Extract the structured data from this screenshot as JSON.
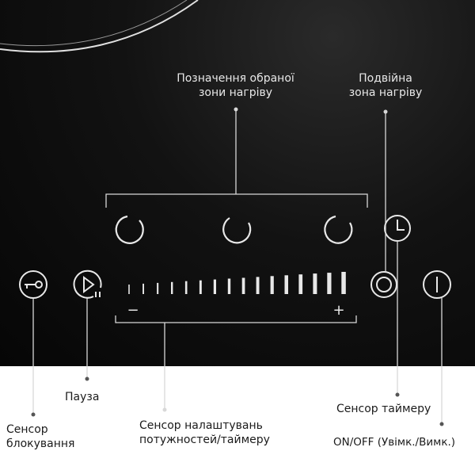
{
  "labels": {
    "selected_zone": {
      "line1": "Позначення обраної",
      "line2": "зони нагріву"
    },
    "dual_zone": {
      "line1": "Подвійна",
      "line2": "зона нагріву"
    },
    "pause": "Пауза",
    "lock": {
      "line1": "Сенсор",
      "line2": "блокування"
    },
    "power_slider": {
      "line1": "Сенсор налаштувань",
      "line2": "потужностей/таймеру"
    },
    "timer_sensor": "Сенсор таймеру",
    "on_off": "ON/OFF (Увімк./Вимк.)"
  },
  "slider": {
    "minus": "−",
    "plus": "+",
    "segments": 16
  },
  "colors": {
    "panel": "#0b0b0b",
    "line": "#d8d8d8",
    "text_dark": "#1b1b1b",
    "text_light": "#e8e8e8"
  },
  "icons": [
    "zone-indicator-icon",
    "clock-icon",
    "key-lock-icon",
    "play-pause-icon",
    "dual-zone-icon",
    "power-icon"
  ]
}
